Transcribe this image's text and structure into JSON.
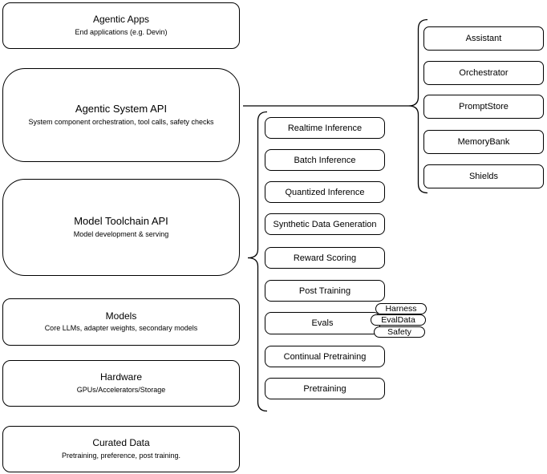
{
  "diagram": {
    "left_stack": [
      {
        "title": "Agentic Apps",
        "subtitle": "End applications (e.g. Devin)"
      },
      {
        "title": "Agentic System API",
        "subtitle": "System component orchestration, tool calls, safety checks"
      },
      {
        "title": "Model Toolchain API",
        "subtitle": "Model development & serving"
      },
      {
        "title": "Models",
        "subtitle": "Core LLMs, adapter weights, secondary models"
      },
      {
        "title": "Hardware",
        "subtitle": "GPUs/Accelerators/Storage"
      },
      {
        "title": "Curated Data",
        "subtitle": "Pretraining, preference, post training."
      }
    ],
    "toolchain_items": [
      "Realtime Inference",
      "Batch Inference",
      "Quantized Inference",
      "Synthetic Data Generation",
      "Reward Scoring",
      "Post Training",
      "Evals",
      "Continual Pretraining",
      "Pretraining"
    ],
    "eval_badges": [
      "Harness",
      "EvalData",
      "Safety"
    ],
    "system_components": [
      "Assistant",
      "Orchestrator",
      "PromptStore",
      "MemoryBank",
      "Shields"
    ],
    "colors": {
      "stroke": "#000000",
      "fill": "#ffffff"
    }
  }
}
